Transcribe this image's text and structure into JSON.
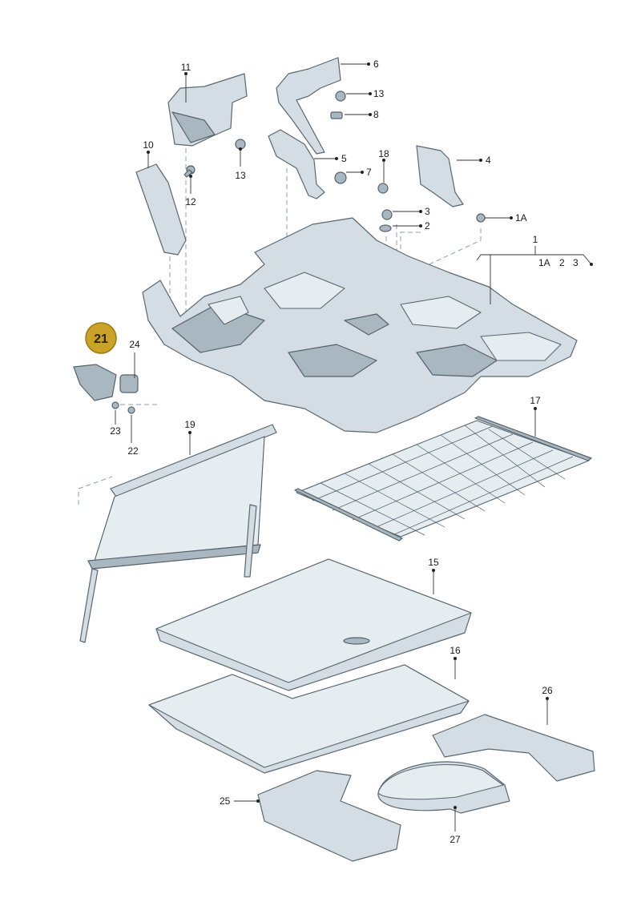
{
  "diagram": {
    "highlight": {
      "label": "21",
      "fill": "#c9a227",
      "stroke": "#9c7a12"
    },
    "colors": {
      "part": "#d3dde3",
      "outline": "#5a6770",
      "dashed_guides": "#8aa0ad"
    },
    "callouts": {
      "c11": "11",
      "c6": "6",
      "c13a": "13",
      "c8": "8",
      "c13b": "13",
      "c10": "10",
      "c12": "12",
      "c5": "5",
      "c7": "7",
      "c18": "18",
      "c4": "4",
      "c3": "3",
      "c2": "2",
      "c1A": "1A",
      "c1": "1",
      "c1A_sub": "1A",
      "c2_sub": "2",
      "c3_sub": "3",
      "c24": "24",
      "c23": "23",
      "c22": "22",
      "c19": "19",
      "c17": "17",
      "c15": "15",
      "c16": "16",
      "c26": "26",
      "c25": "25",
      "c27": "27"
    }
  }
}
